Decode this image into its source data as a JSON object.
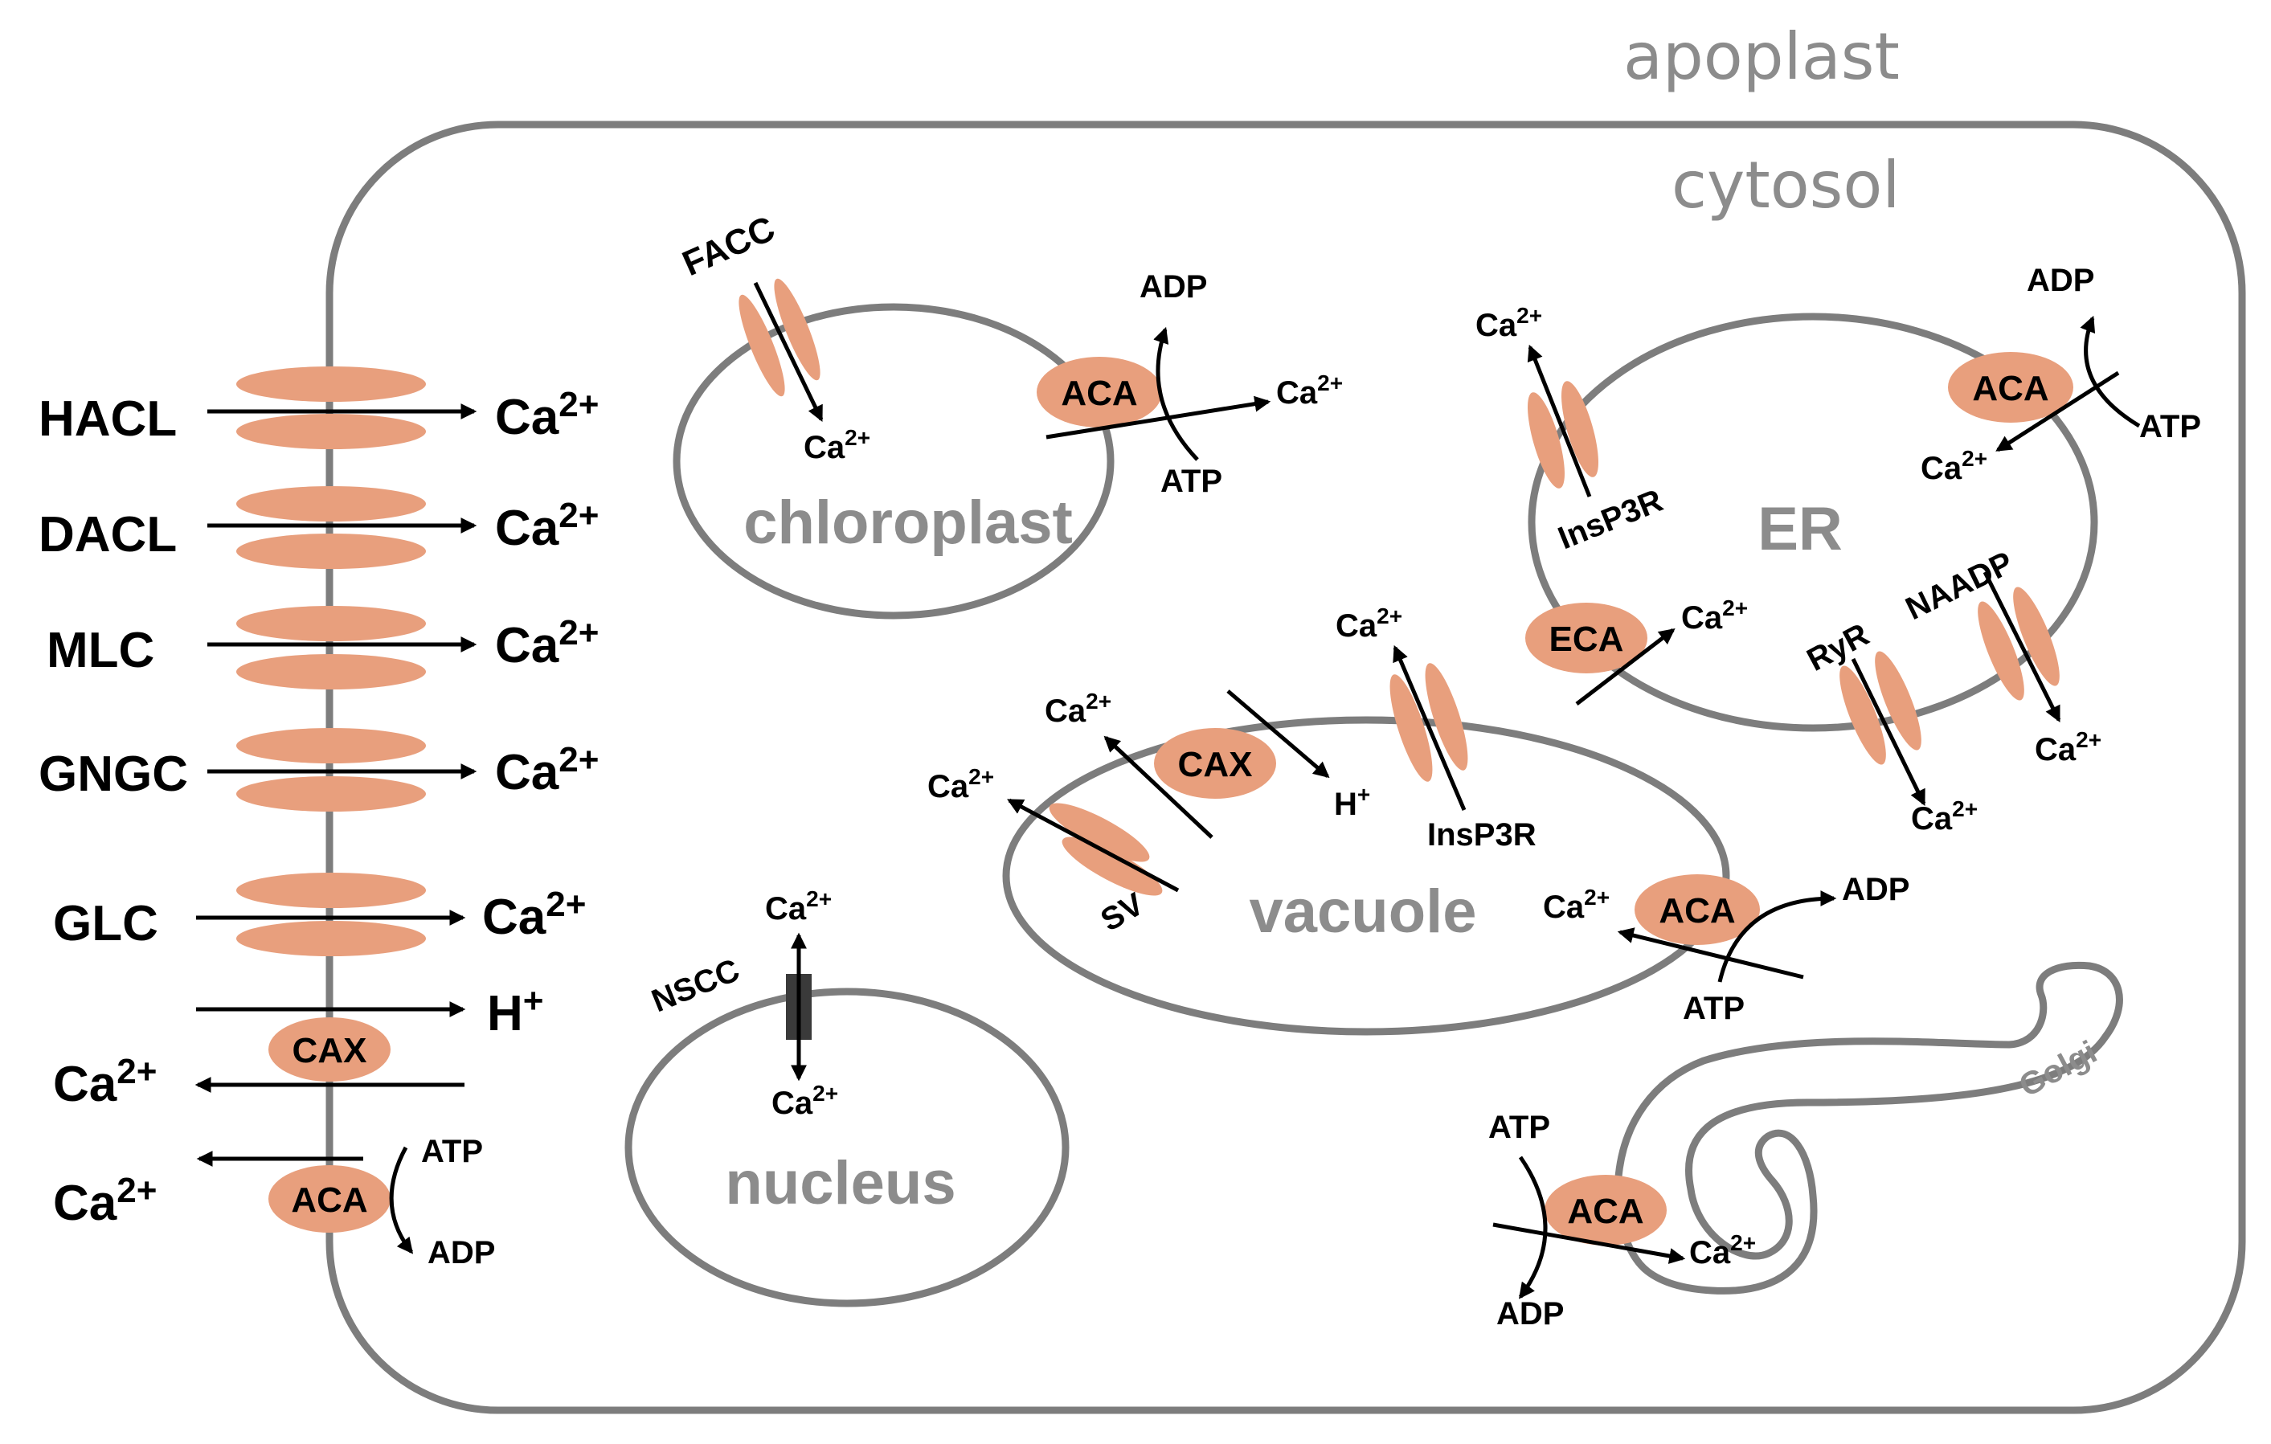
{
  "regions": {
    "apoplast": "apoplast",
    "cytosol": "cytosol"
  },
  "compartments": {
    "chloroplast": "chloroplast",
    "er": "ER",
    "vacuole": "vacuole",
    "nucleus": "nucleus",
    "golgi": "Golgi"
  },
  "plasma_membrane": {
    "channels": [
      "HACL",
      "DACL",
      "MLC",
      "GNGC",
      "GLC"
    ],
    "cax": "CAX",
    "aca": "ACA"
  },
  "proteins": {
    "facc": "FACC",
    "aca": "ACA",
    "cax": "CAX",
    "eca": "ECA",
    "insp3r": "InsP3R",
    "ryr": "RyR",
    "naadp": "NAADP",
    "sv": "SV",
    "nscc": "NSCC"
  },
  "species": {
    "atp": "ATP",
    "adp": "ADP",
    "ca_base": "Ca",
    "ca_charge": "2+",
    "h_base": "H",
    "h_charge": "+"
  },
  "colors": {
    "protein": "#e89f7d",
    "membrane": "#7d7d7d",
    "compartment_label": "#8c8c8c",
    "arrow": "#000000",
    "nscc_channel": "#3a3a3a"
  }
}
